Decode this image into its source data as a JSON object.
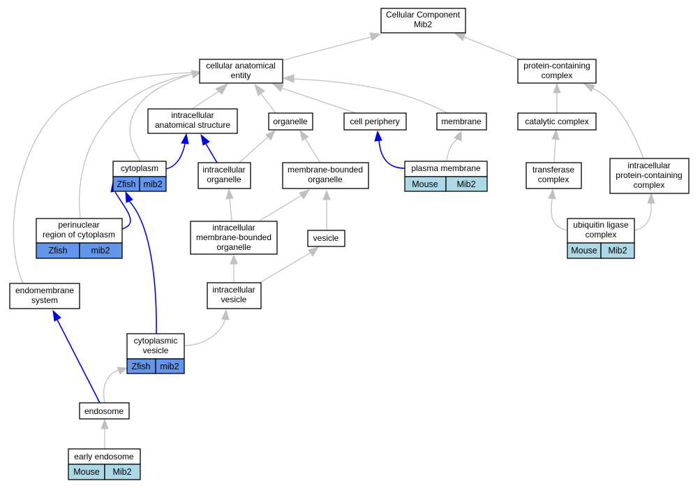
{
  "colors": {
    "zfish_cell": "#6495ed",
    "mouse_cell": "#add8e6",
    "gray_edge": "#c0c0c0",
    "blue_edge": "#0000ee"
  },
  "nodes": {
    "root": {
      "lines": [
        "Cellular Component",
        "Mib2"
      ]
    },
    "cae": {
      "lines": [
        "cellular anatomical",
        "entity"
      ]
    },
    "pcc": {
      "lines": [
        "protein-containing",
        "complex"
      ]
    },
    "ias": {
      "lines": [
        "intracellular",
        "anatomical structure"
      ]
    },
    "organelle": {
      "lines": [
        "organelle"
      ]
    },
    "cellper": {
      "lines": [
        "cell periphery"
      ]
    },
    "membrane": {
      "lines": [
        "membrane"
      ]
    },
    "catalytic": {
      "lines": [
        "catalytic complex"
      ]
    },
    "cytoplasm": {
      "lines": [
        "cytoplasm"
      ],
      "cells": [
        "Zfish",
        "mib2"
      ]
    },
    "intorg": {
      "lines": [
        "intracellular",
        "organelle"
      ]
    },
    "mbo": {
      "lines": [
        "membrane-bounded",
        "organelle"
      ]
    },
    "plasma": {
      "lines": [
        "plasma membrane"
      ],
      "cells": [
        "Mouse",
        "Mib2"
      ]
    },
    "transferase": {
      "lines": [
        "transferase",
        "complex"
      ]
    },
    "ipcc": {
      "lines": [
        "intracellular",
        "protein-containing",
        "complex"
      ]
    },
    "perinuclear": {
      "lines": [
        "perinuclear",
        "region of cytoplasm"
      ],
      "cells": [
        "Zfish",
        "mib2"
      ]
    },
    "imbo": {
      "lines": [
        "intracellular",
        "membrane-bounded",
        "organelle"
      ]
    },
    "vesicle": {
      "lines": [
        "vesicle"
      ]
    },
    "ubiquitin": {
      "lines": [
        "ubiquitin ligase",
        "complex"
      ],
      "cells": [
        "Mouse",
        "Mib2"
      ]
    },
    "endomem": {
      "lines": [
        "endomembrane",
        "system"
      ]
    },
    "intves": {
      "lines": [
        "intracellular",
        "vesicle"
      ]
    },
    "cytves": {
      "lines": [
        "cytoplasmic",
        "vesicle"
      ],
      "cells": [
        "Zfish",
        "mib2"
      ]
    },
    "endosome": {
      "lines": [
        "endosome"
      ]
    },
    "early": {
      "lines": [
        "early endosome"
      ],
      "cells": [
        "Mouse",
        "Mib2"
      ]
    }
  }
}
